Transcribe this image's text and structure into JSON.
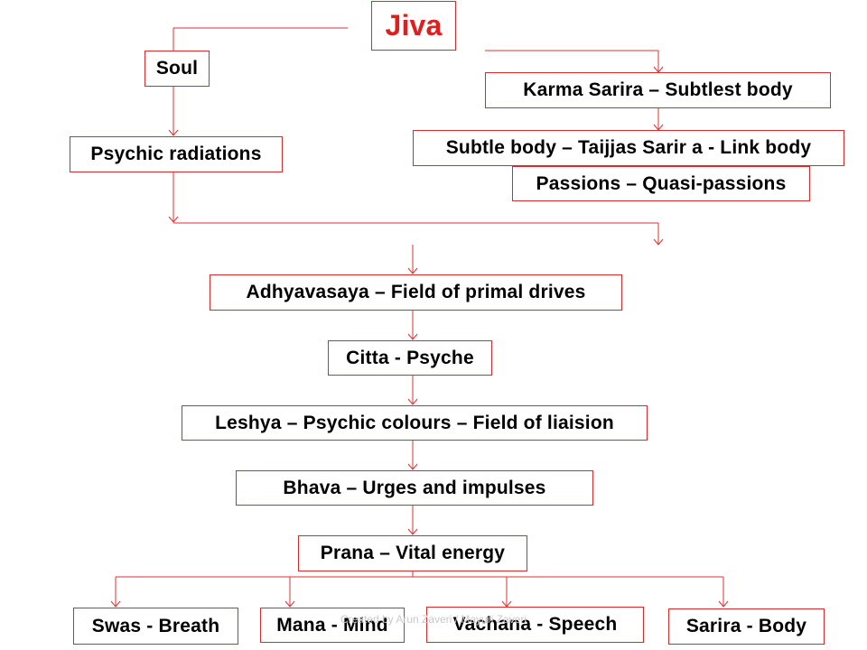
{
  "diagram": {
    "title": "Jiva",
    "left_branch": {
      "soul": "Soul",
      "psychic_radiations": "Psychic radiations"
    },
    "right_branch": {
      "karma_sarira": "Karma Sarira – Subtlest body",
      "subtle_body": "Subtle body – Taijjas Sarir a - Link body",
      "passions": "Passions – Quasi-passions"
    },
    "chain": {
      "adhyavasaya": "Adhyavasaya – Field of primal drives",
      "citta": "Citta - Psyche",
      "leshya": "Leshya – Psychic colours – Field of liaision",
      "bhava": "Bhava – Urges and impulses",
      "prana": "Prana – Vital energy"
    },
    "outputs": {
      "swas": "Swas - Breath",
      "mana": "Mana - Mind",
      "vachana": "Vachana - Speech",
      "sarira": "Sarira - Body"
    },
    "watermark": "Created by Arun Zaveri / Mayuri Zaveri"
  },
  "colors": {
    "line": "#e03030",
    "box_border": "#d62b2b",
    "title_text": "#e01e1e",
    "text": "#000000"
  }
}
